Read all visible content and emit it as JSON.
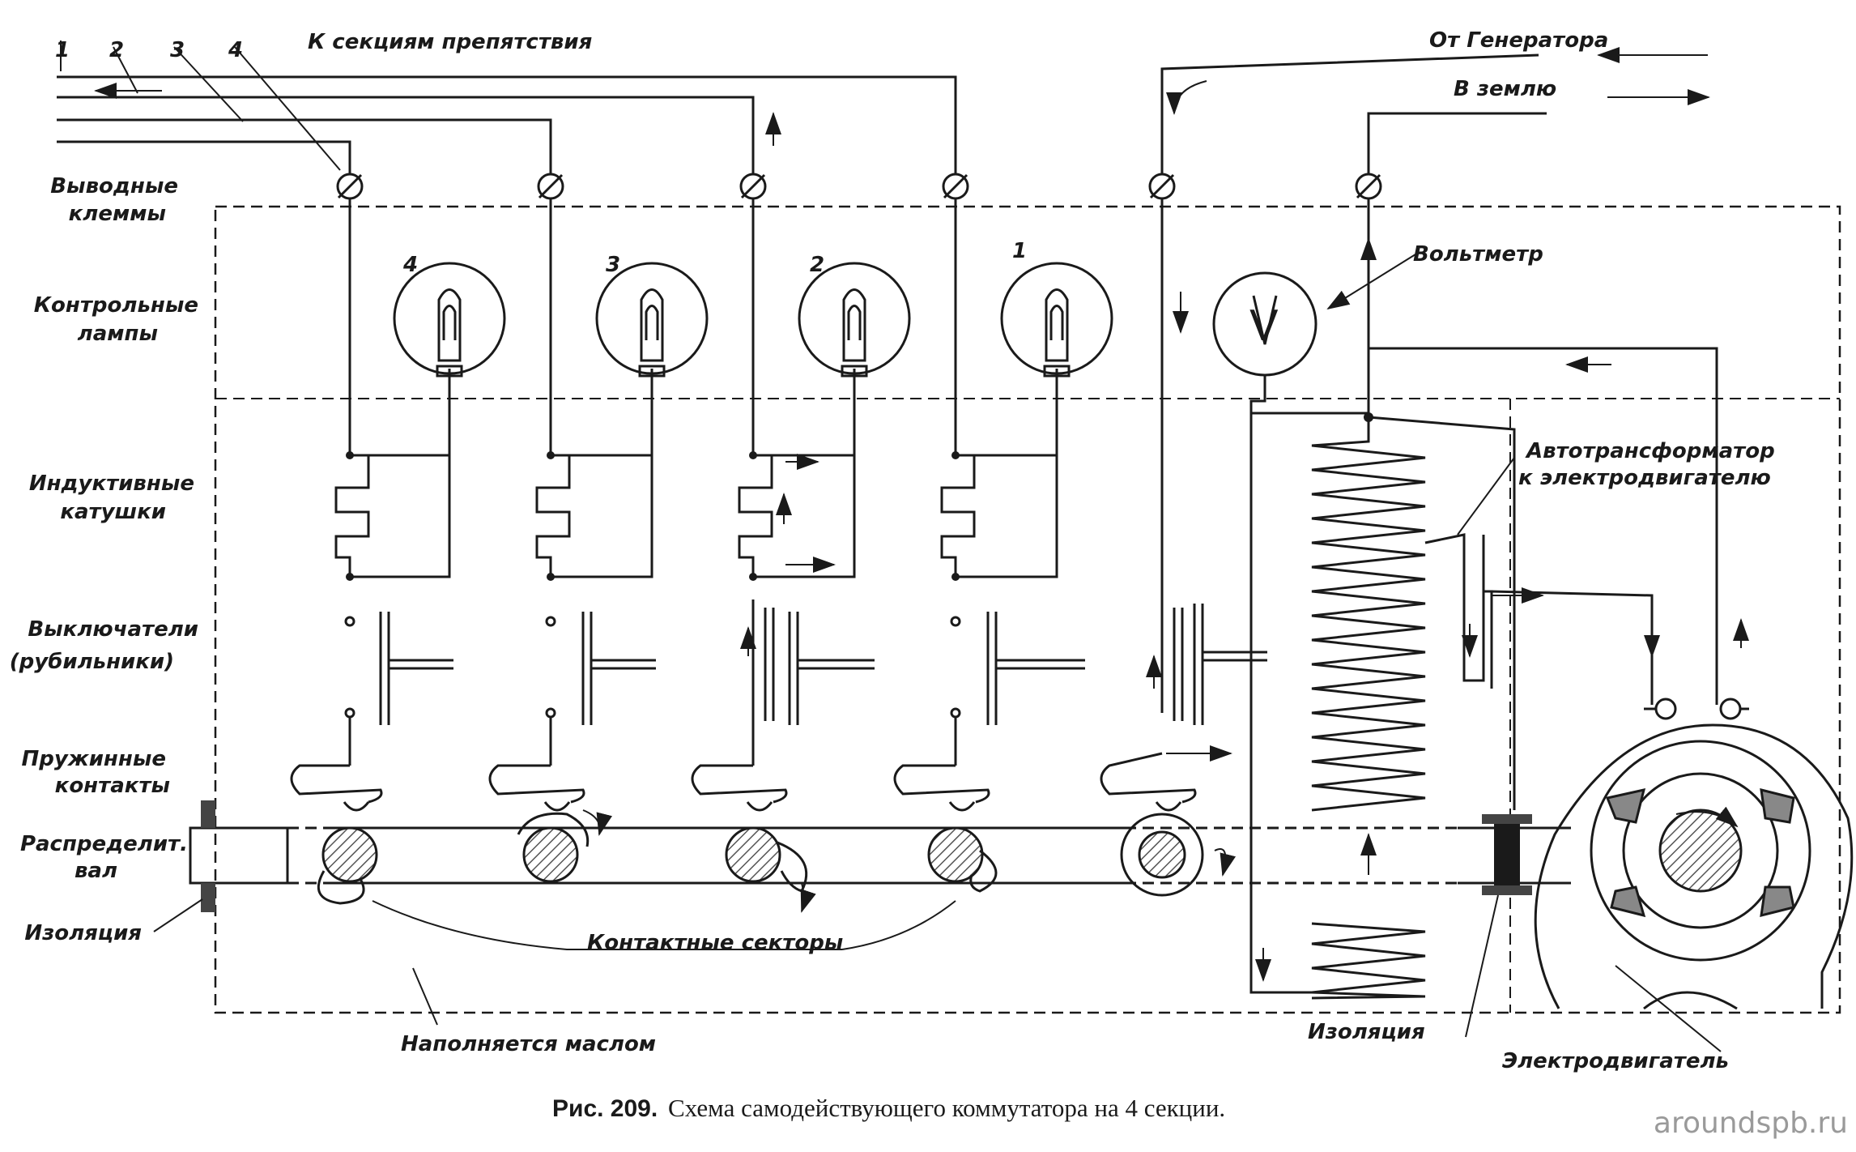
{
  "wire_numbers": [
    "1",
    "2",
    "3",
    "4"
  ],
  "top_labels": {
    "to_sections": "К секциям препятствия",
    "from_generator": "От Генератора",
    "to_ground": "В землю"
  },
  "row_labels": {
    "terminals": [
      "Выводные",
      "клеммы"
    ],
    "lamps": [
      "Контрольные",
      "лампы"
    ],
    "coils": [
      "Индуктивные",
      "катушки"
    ],
    "switches": [
      "Выключатели",
      "(рубильники)"
    ],
    "springs": [
      "Пружинные",
      "контакты"
    ],
    "shaft": [
      "Распределит.",
      "вал"
    ],
    "insulation": "Изоляция"
  },
  "lamp_numbers": [
    "4",
    "3",
    "2",
    "1"
  ],
  "voltmeter": {
    "label": "Вольтметр",
    "symbol": "V"
  },
  "autotransformer_label": [
    "Автотрансформатор",
    "к электродвигателю"
  ],
  "contact_sectors_label": "Контактные секторы",
  "oil_label": "Наполняется маслом",
  "bottom_insulation_label": "Изоляция",
  "motor_label": "Электродвигатель",
  "caption": {
    "number": "Рис. 209.",
    "text": "Схема самодействующего  коммутатора на 4 секции."
  },
  "watermark": "aroundspb.ru",
  "colors": {
    "ink": "#1a1a1a",
    "paper": "#ffffff",
    "hatch": "#555555"
  }
}
